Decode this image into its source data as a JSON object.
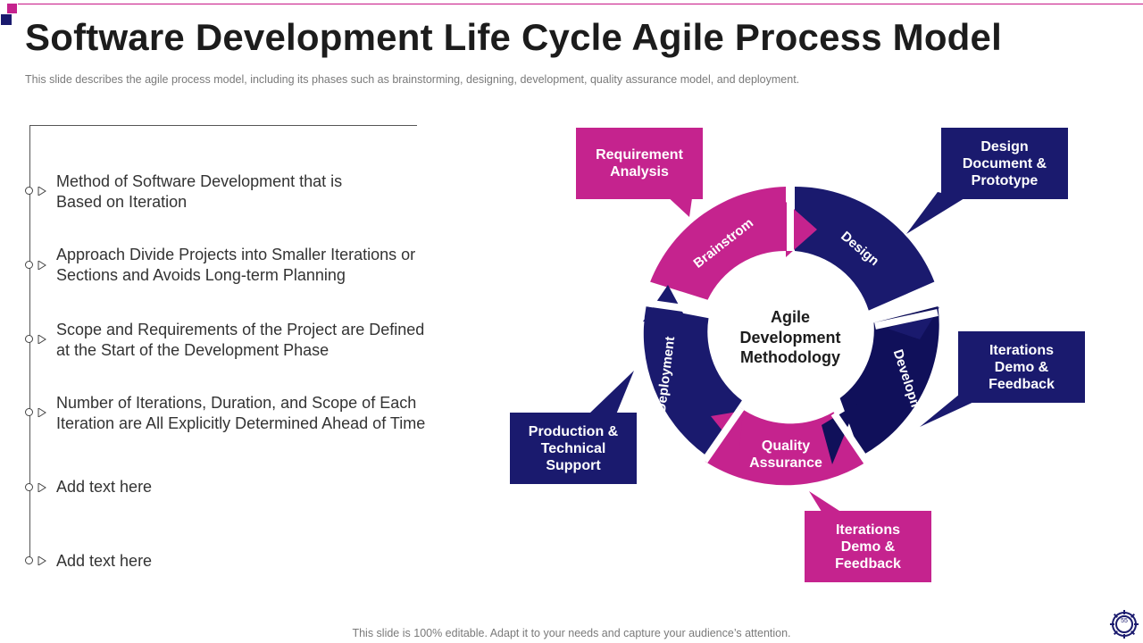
{
  "slide": {
    "title": "Software Development Life Cycle Agile Process Model",
    "subtitle": "This slide describes the agile process model, including its phases such as brainstorming, designing, development,  quality assurance model, and deployment.",
    "footer": "This slide is 100% editable. Adapt it to your needs and capture your audience’s attention.",
    "page_number": "55"
  },
  "list": {
    "items": [
      {
        "line1": "Method of Software Development that is",
        "line2": "Based on Iteration"
      },
      {
        "line1": "Approach Divide Projects into Smaller Iterations or",
        "line2": "Sections and Avoids Long-term Planning"
      },
      {
        "line1": "Scope and Requirements of the Project are Defined",
        "line2": "at the Start of the Development Phase"
      },
      {
        "line1": "Number of Iterations, Duration, and Scope of Each",
        "line2": "Iteration are All Explicitly Determined Ahead of Time"
      },
      {
        "line1": "Add text here",
        "line2": ""
      },
      {
        "line1": "Add text here",
        "line2": ""
      }
    ]
  },
  "diagram": {
    "center": {
      "line1": "Agile",
      "line2": "Development",
      "line3": "Methodology"
    },
    "segments": {
      "brainstorm": "Brainstrom",
      "design": "Design",
      "development": "Development",
      "quality": {
        "line1": "Quality",
        "line2": "Assurance"
      },
      "deployment": "Deployment"
    },
    "callouts": {
      "requirement": {
        "line1": "Requirement",
        "line2": "Analysis"
      },
      "design_doc": {
        "line1": "Design",
        "line2": "Document &",
        "line3": "Prototype"
      },
      "iterations_right": {
        "line1": "Iterations",
        "line2": "Demo &",
        "line3": "Feedback"
      },
      "iterations_bottom": {
        "line1": "Iterations",
        "line2": "Demo &",
        "line3": "Feedback"
      },
      "production": {
        "line1": "Production &",
        "line2": "Technical",
        "line3": "Support"
      }
    }
  },
  "colors": {
    "magenta": "#c5238e",
    "navy": "#1a1a6e",
    "navy_dark": "#10105a"
  }
}
